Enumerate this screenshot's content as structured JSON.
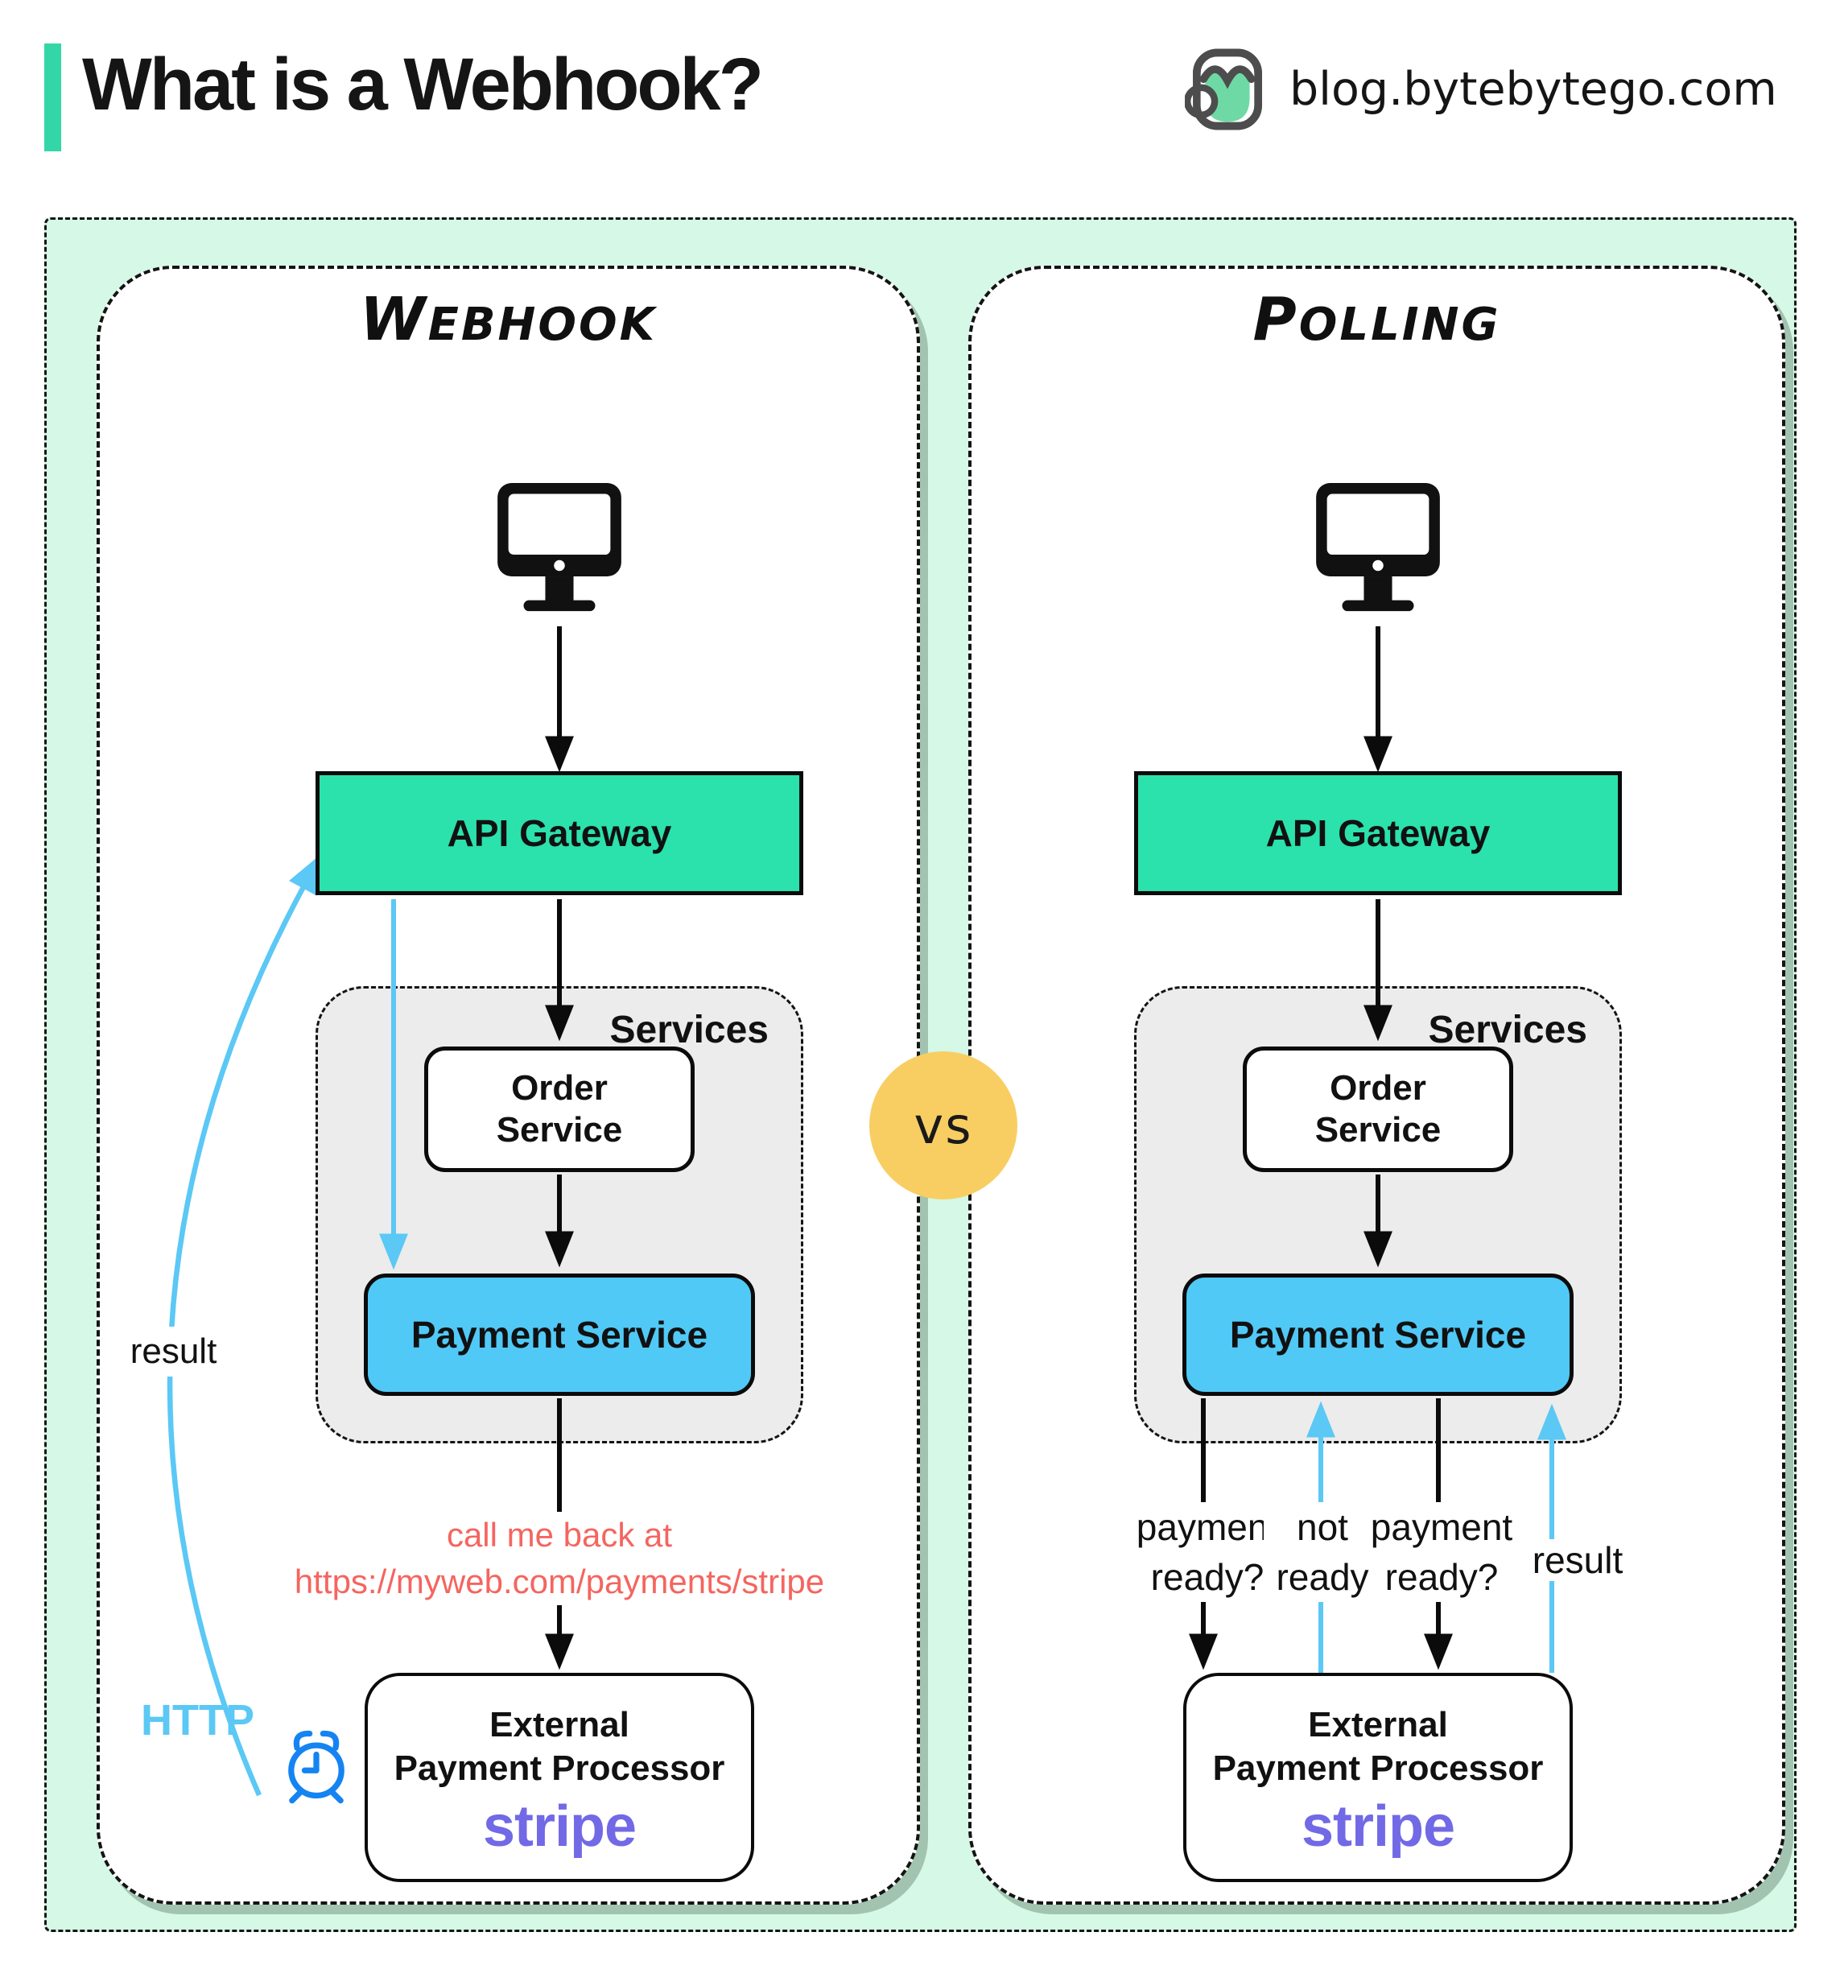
{
  "header": {
    "title": "What is a Webhook?",
    "site": "blog.bytebytego.com"
  },
  "vs_label": "vs",
  "webhook": {
    "title": "Webhook",
    "api_gateway": "API Gateway",
    "services_label": "Services",
    "order_service_line1": "Order",
    "order_service_line2": "Service",
    "payment_service": "Payment Service",
    "external_line1": "External",
    "external_line2": "Payment Processor",
    "stripe": "stripe",
    "callback_line1": "call me back at",
    "callback_line2": "https://myweb.com/payments/stripe",
    "result_label": "result",
    "http_label": "HTTP"
  },
  "polling": {
    "title": "Polling",
    "api_gateway": "API Gateway",
    "services_label": "Services",
    "order_service_line1": "Order",
    "order_service_line2": "Service",
    "payment_service": "Payment Service",
    "external_line1": "External",
    "external_line2": "Payment Processor",
    "stripe": "stripe",
    "labels": {
      "q1_line1": "payment",
      "q1_line2": "ready?",
      "a1_line1": "not",
      "a1_line2": "ready",
      "q2_line1": "payment",
      "q2_line2": "ready?",
      "result": "result"
    }
  },
  "colors": {
    "accent": "#33D6A6",
    "ink": "#111111",
    "mint": "#D6F8E6",
    "panel_shadow": "#A2C3B0",
    "teal": "#2BE1AC",
    "blue_box": "#50C9F7",
    "arrow_blue": "#5BC8F5",
    "clock_blue": "#1584F2",
    "red": "#F5655F",
    "vs_yellow": "#F8CE63",
    "services_gray": "#ECECEC",
    "stripe_purple": "#7269E6",
    "logo_green": "#6FD9A5",
    "logo_gray": "#4D4D4D"
  }
}
